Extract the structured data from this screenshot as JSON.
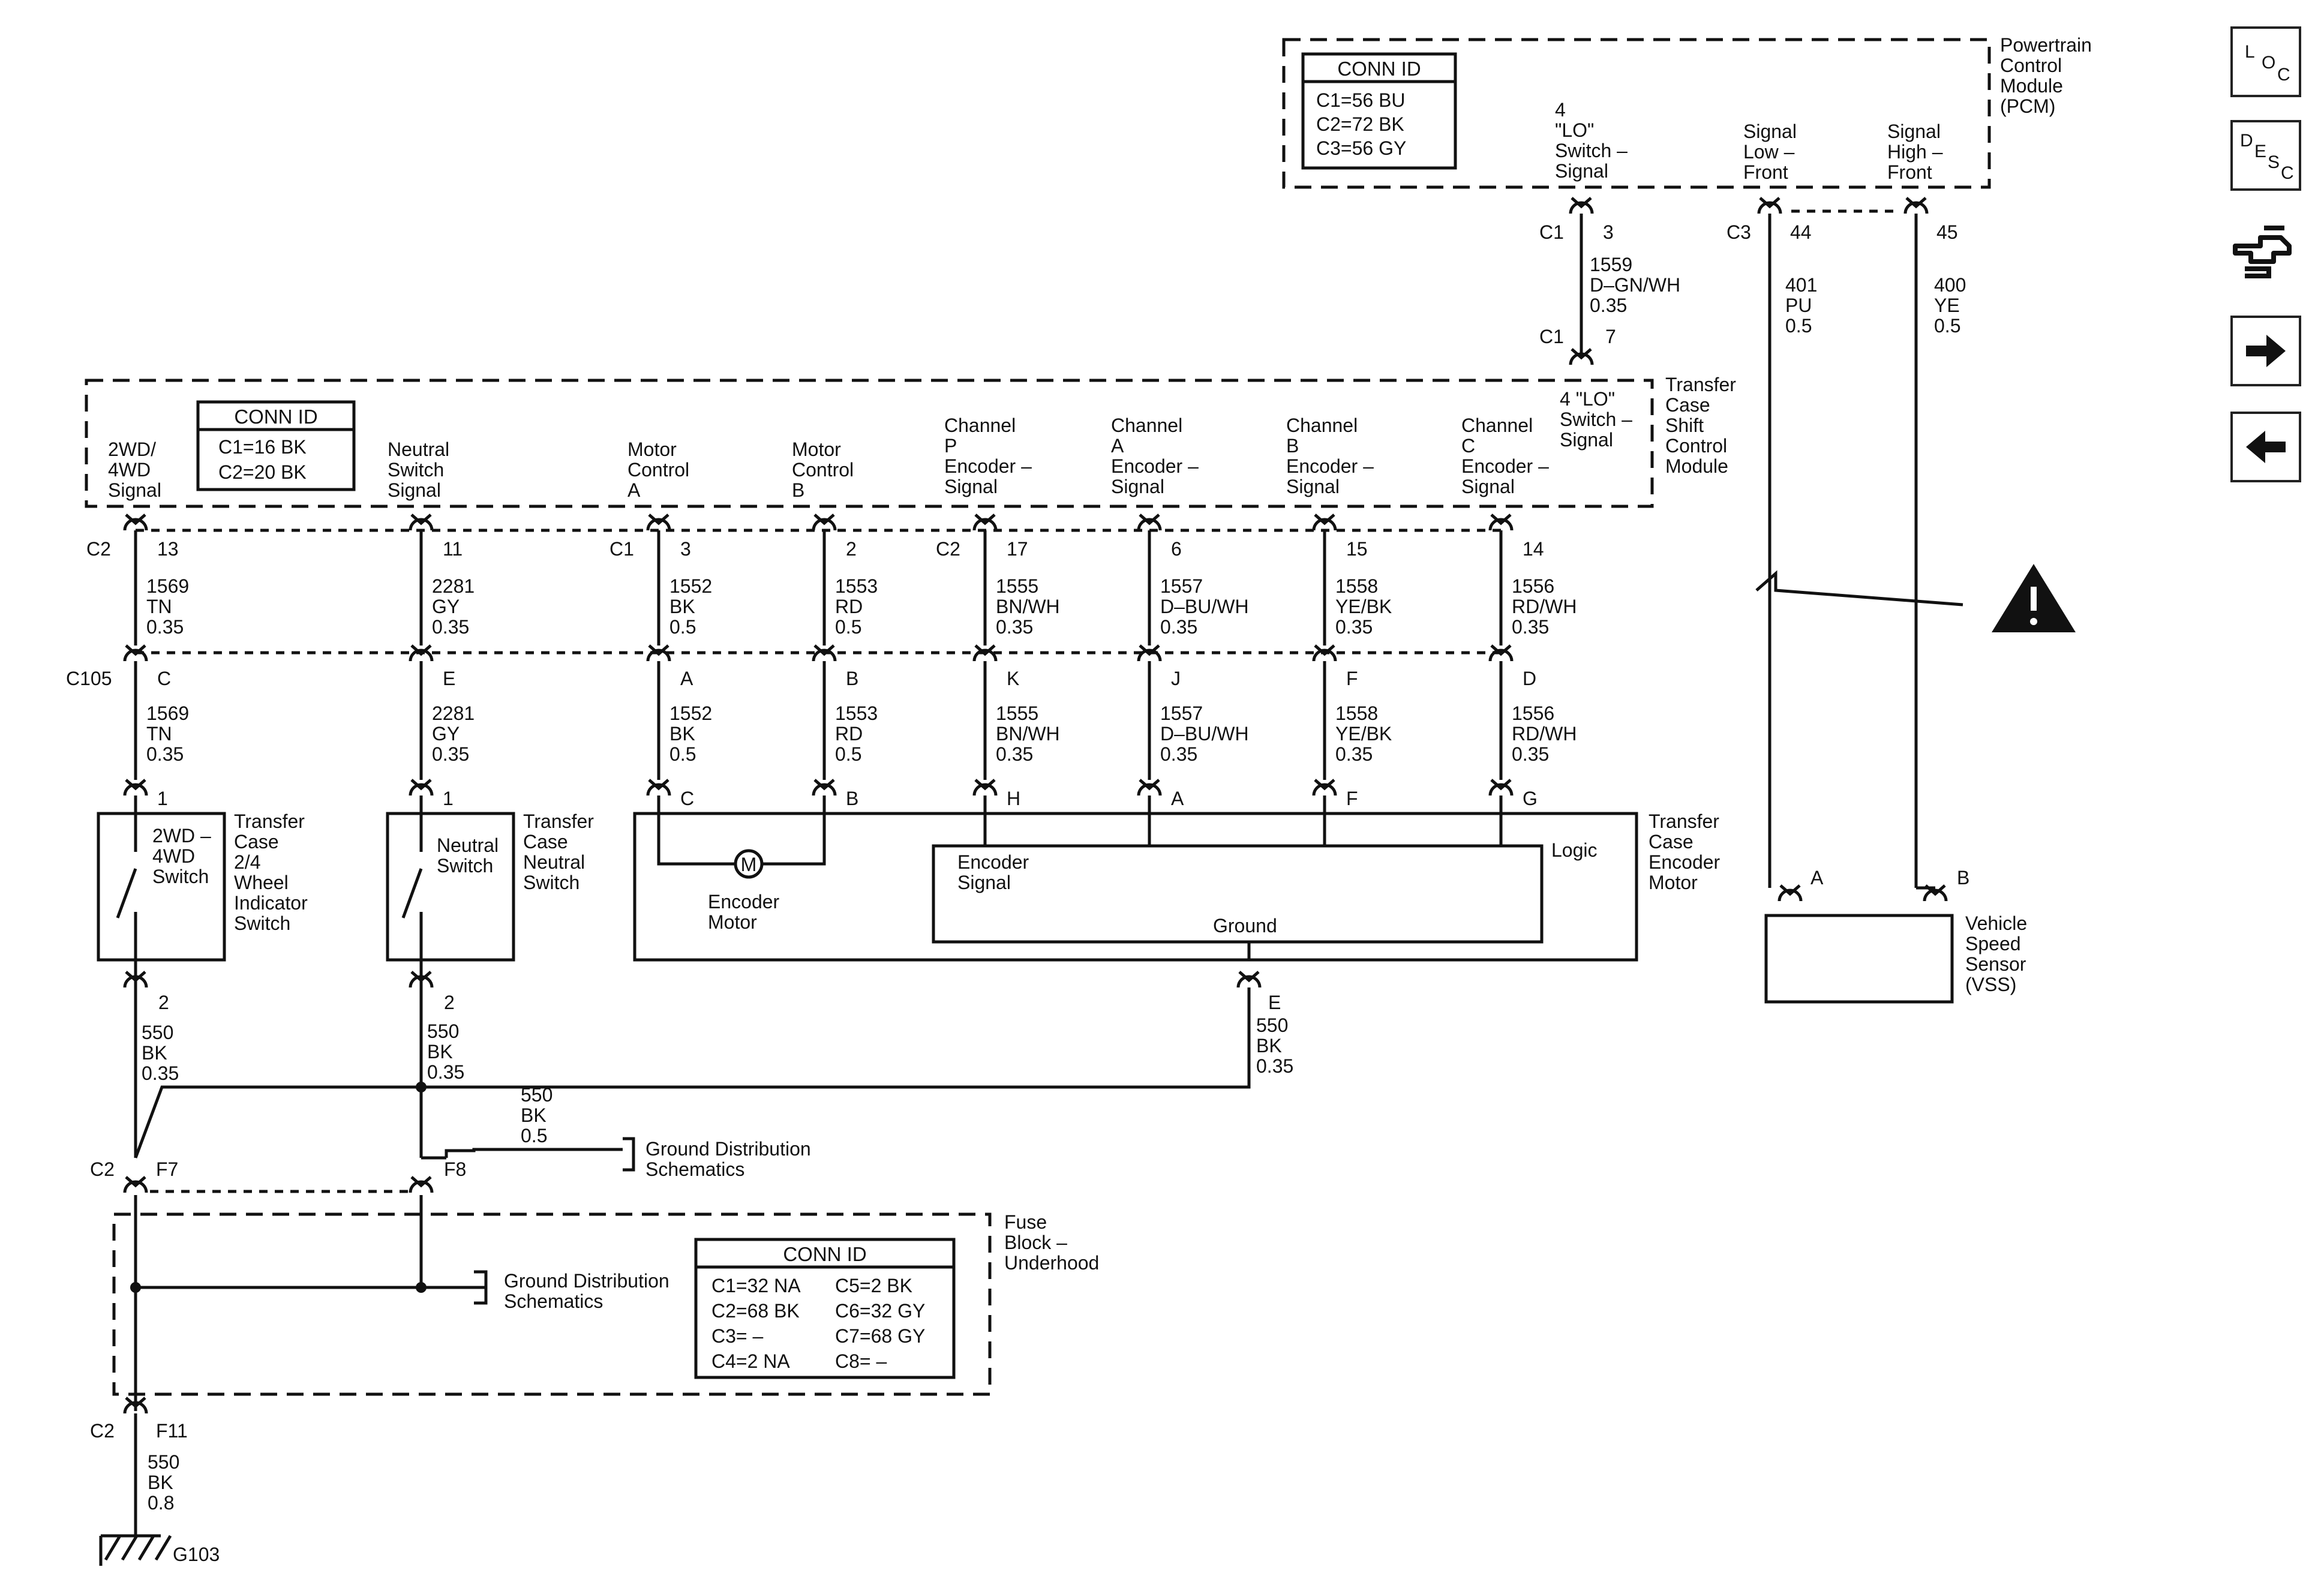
{
  "pcm": {
    "title": [
      "Powertrain",
      "Control",
      "Module",
      "(PCM)"
    ],
    "conn_id": {
      "title": "CONN ID",
      "lines": [
        "C1=56 BU",
        "C2=72 BK",
        "C3=56 GY"
      ]
    },
    "pins": [
      {
        "label": [
          "4",
          "\"LO\"",
          "Switch –",
          "Signal"
        ]
      },
      {
        "label": [
          "Signal",
          "Low –",
          "Front"
        ]
      },
      {
        "label": [
          "Signal",
          "High –",
          "Front"
        ]
      }
    ]
  },
  "pcm_wires": {
    "c1_label": "C1",
    "pin3": "3",
    "c3_label": "C3",
    "pin44": "44",
    "pin45": "45",
    "w1559": [
      "1559",
      "D–GN/WH",
      "0.35"
    ],
    "w401": [
      "401",
      "PU",
      "0.5"
    ],
    "w400": [
      "400",
      "YE",
      "0.5"
    ],
    "c1b_label": "C1",
    "pin7": "7"
  },
  "tccm": {
    "title": [
      "Transfer",
      "Case",
      "Shift",
      "Control",
      "Module"
    ],
    "conn_id": {
      "title": "CONN ID",
      "lines": [
        "C1=16 BK",
        "C2=20 BK"
      ]
    },
    "lo_label": [
      "4 \"LO\"",
      "Switch –",
      "Signal"
    ],
    "pin_labels": [
      [
        "2WD/",
        "4WD",
        "Signal"
      ],
      [
        "Neutral",
        "Switch",
        "Signal"
      ],
      [
        "Motor",
        "Control",
        "A"
      ],
      [
        "Motor",
        "Control",
        "B"
      ],
      [
        "Channel",
        "P",
        "Encoder –",
        "Signal"
      ],
      [
        "Channel",
        "A",
        "Encoder –",
        "Signal"
      ],
      [
        "Channel",
        "B",
        "Encoder –",
        "Signal"
      ],
      [
        "Channel",
        "C",
        "Encoder –",
        "Signal"
      ]
    ]
  },
  "circuits": [
    {
      "conn": "C2",
      "pin": "13",
      "wire": [
        "1569",
        "TN",
        "0.35"
      ],
      "c105": "C",
      "wire2": [
        "1569",
        "TN",
        "0.35"
      ],
      "dev_pin": "1"
    },
    {
      "conn": "",
      "pin": "11",
      "wire": [
        "2281",
        "GY",
        "0.35"
      ],
      "c105": "E",
      "wire2": [
        "2281",
        "GY",
        "0.35"
      ],
      "dev_pin": "1"
    },
    {
      "conn": "C1",
      "pin": "3",
      "wire": [
        "1552",
        "BK",
        "0.5"
      ],
      "c105": "A",
      "wire2": [
        "1552",
        "BK",
        "0.5"
      ],
      "dev_pin": "C"
    },
    {
      "conn": "",
      "pin": "2",
      "wire": [
        "1553",
        "RD",
        "0.5"
      ],
      "c105": "B",
      "wire2": [
        "1553",
        "RD",
        "0.5"
      ],
      "dev_pin": "B"
    },
    {
      "conn": "C2",
      "pin": "17",
      "wire": [
        "1555",
        "BN/WH",
        "0.35"
      ],
      "c105": "K",
      "wire2": [
        "1555",
        "BN/WH",
        "0.35"
      ],
      "dev_pin": "H"
    },
    {
      "conn": "",
      "pin": "6",
      "wire": [
        "1557",
        "D–BU/WH",
        "0.35"
      ],
      "c105": "J",
      "wire2": [
        "1557",
        "D–BU/WH",
        "0.35"
      ],
      "dev_pin": "A"
    },
    {
      "conn": "",
      "pin": "15",
      "wire": [
        "1558",
        "YE/BK",
        "0.35"
      ],
      "c105": "F",
      "wire2": [
        "1558",
        "YE/BK",
        "0.35"
      ],
      "dev_pin": "F"
    },
    {
      "conn": "",
      "pin": "14",
      "wire": [
        "1556",
        "RD/WH",
        "0.35"
      ],
      "c105": "D",
      "wire2": [
        "1556",
        "RD/WH",
        "0.35"
      ],
      "dev_pin": "G"
    }
  ],
  "c105_label": "C105",
  "switch_2wd": {
    "label": [
      "2WD –",
      "4WD",
      "Switch"
    ],
    "title": [
      "Transfer",
      "Case",
      "2/4",
      "Wheel",
      "Indicator",
      "Switch"
    ],
    "pin2": "2",
    "wire": [
      "550",
      "BK",
      "0.35"
    ]
  },
  "switch_neutral": {
    "label": [
      "Neutral",
      "Switch"
    ],
    "title": [
      "Transfer",
      "Case",
      "Neutral",
      "Switch"
    ],
    "pin2": "2",
    "wire": [
      "550",
      "BK",
      "0.35"
    ]
  },
  "encoder_motor": {
    "title": [
      "Transfer",
      "Case",
      "Encoder",
      "Motor"
    ],
    "motor_symbol": "M",
    "motor_label": [
      "Encoder",
      "Motor"
    ],
    "encoder_signal": [
      "Encoder",
      "Signal"
    ],
    "logic": "Logic",
    "ground": "Ground",
    "pin_e": "E",
    "wire": [
      "550",
      "BK",
      "0.35"
    ]
  },
  "ground_splice": {
    "wire": [
      "550",
      "BK",
      "0.5"
    ],
    "dest": [
      "Ground Distribution",
      "Schematics"
    ]
  },
  "fuse_block": {
    "title": [
      "Fuse",
      "Block –",
      "Underhood"
    ],
    "c2_label": "C2",
    "f7": "F7",
    "f8": "F8",
    "conn_id": {
      "title": "CONN ID",
      "left": [
        "C1=32 NA",
        "C2=68 BK",
        "C3= –",
        "C4=2 NA"
      ],
      "right": [
        "C5=2 BK",
        "C6=32 GY",
        "C7=68 GY",
        "C8= –"
      ]
    },
    "dest": [
      "Ground Distribution",
      "Schematics"
    ],
    "c2b_label": "C2",
    "f11": "F11",
    "wire": [
      "550",
      "BK",
      "0.8"
    ],
    "ground": "G103"
  },
  "vss": {
    "title": [
      "Vehicle",
      "Speed",
      "Sensor",
      "(VSS)"
    ],
    "pin_a": "A",
    "pin_b": "B"
  },
  "warning_icon": "warning-triangle-icon",
  "nav": {
    "loc": [
      "L",
      "O",
      "C"
    ],
    "desc": [
      "D",
      "E",
      "S",
      "C"
    ],
    "icons": [
      "location-icon",
      "description-icon",
      "connector-icon",
      "next-arrow-icon",
      "previous-arrow-icon"
    ]
  }
}
